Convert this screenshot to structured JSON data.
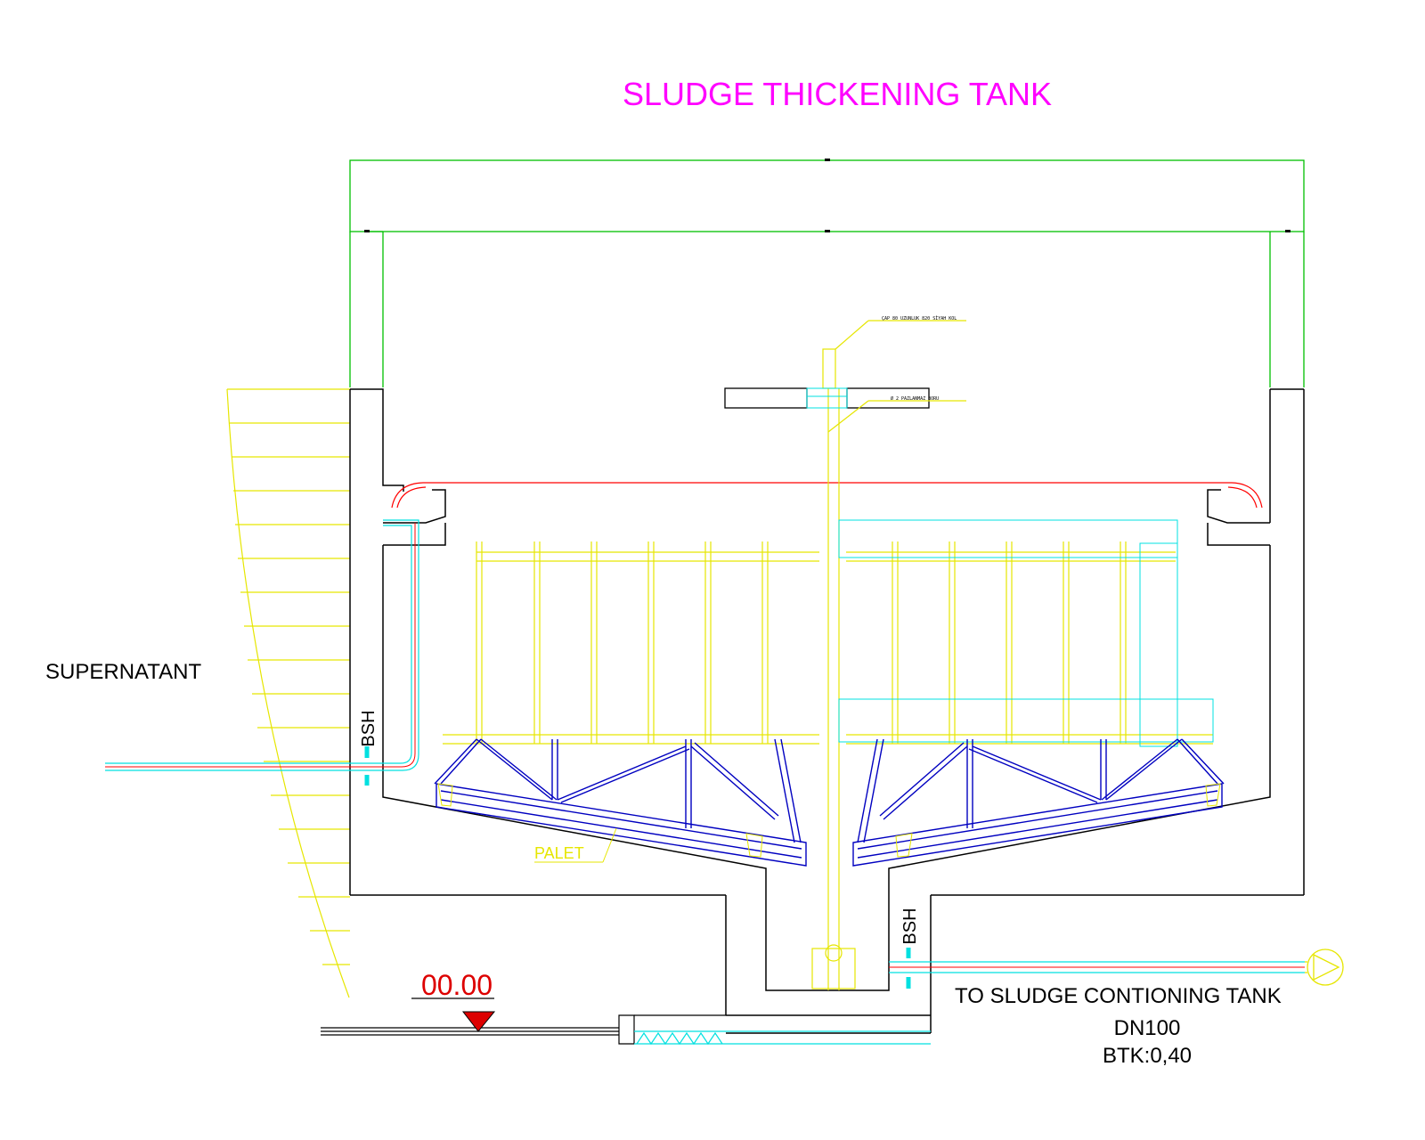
{
  "title": "SLUDGE THICKENING TANK",
  "labels": {
    "supernatant": "SUPERNATANT",
    "bsh_left": "BSH",
    "bsh_right": "BSH",
    "palet": "PALET",
    "elevation": "00.00",
    "outlet_line1": "TO SLUDGE CONTIONING TANK",
    "outlet_line2": "DN100",
    "outlet_line3": "BTK:0,40",
    "note_top": "ÇAP 80 UZUNLUK 820 SİYAH KOL",
    "note_mid": "Ø 2 PAZLANMAZ BORU"
  },
  "colors": {
    "title": "#ff00ff",
    "structure": "#000000",
    "bridge": "#00c000",
    "scraper": "#ffff00",
    "truss": "#0000c0",
    "pipe": "#00e0e0",
    "hot": "#ff0000",
    "elevation": "#dd0000"
  }
}
